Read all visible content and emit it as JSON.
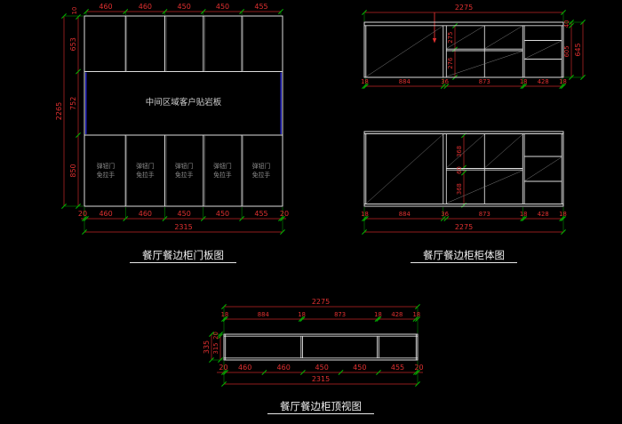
{
  "drawing": {
    "door_panel": {
      "title": "餐厅餐边柜门板图",
      "top_gap_dim": "10",
      "top_dims": [
        "460",
        "460",
        "450",
        "450",
        "455"
      ],
      "left_dims": [
        "653",
        "752",
        "850"
      ],
      "left_total": "2265",
      "bottom_dims": [
        "20",
        "460",
        "460",
        "450",
        "450",
        "455",
        "20"
      ],
      "bottom_total": "2315",
      "center_label": "中间区域客户贴岩板",
      "door_label_top": "弹钮门",
      "door_label_bottom": "免拉手"
    },
    "cabinet_body_upper": {
      "top_total": "2275",
      "right_dims": [
        "40",
        "605"
      ],
      "right_total": "645",
      "shelf_dims": [
        "275",
        "276"
      ],
      "bottom_dims": [
        "18",
        "884",
        "36",
        "873",
        "18",
        "428",
        "18"
      ]
    },
    "cabinet_body_lower": {
      "title": "餐厅餐边柜柜体图",
      "shelf_dims": [
        "368",
        "60",
        "368"
      ],
      "bottom_dims": [
        "18",
        "884",
        "36",
        "873",
        "18",
        "428",
        "18"
      ],
      "bottom_total": "2275"
    },
    "top_view": {
      "title": "餐厅餐边柜顶视图",
      "top_total": "2275",
      "top_dims": [
        "18",
        "884",
        "18",
        "873",
        "18",
        "428",
        "18"
      ],
      "left_dims": [
        "20",
        "315"
      ],
      "left_total": "335",
      "bottom_dims": [
        "20",
        "460",
        "460",
        "450",
        "450",
        "455",
        "20"
      ],
      "bottom_total": "2315"
    },
    "colors": {
      "dimension": "#c22727",
      "tick": "#00b400",
      "outline": "#dcdcdc",
      "accent_blue": "#2a2aee",
      "label_gray": "#8f8f8f"
    }
  }
}
